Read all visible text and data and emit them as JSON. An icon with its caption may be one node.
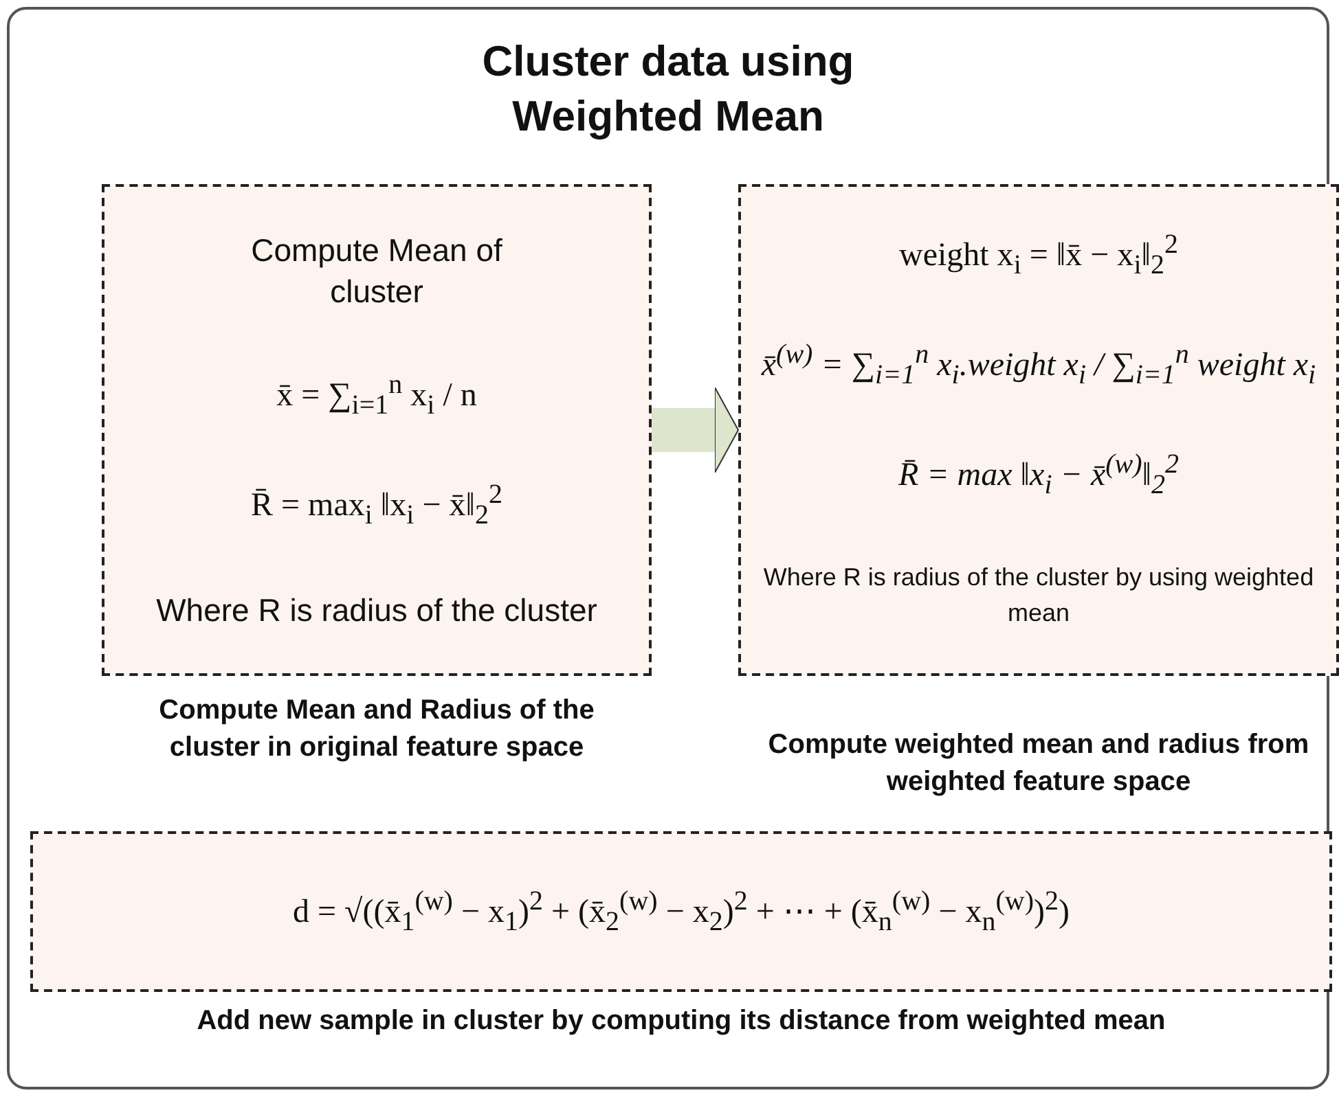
{
  "diagram": {
    "nodes": [
      {
        "text": [
          "Cluster data using Weighted Mean"
        ]
      },
      {
        "text": [
          "Compute Mean of cluster",
          "x̄ = ∑$_{i=1}$$^{n}$ x$_{i}$ / n",
          "R̄ = max$_{i}$ ‖x$_{i}$ − x̄‖$_{2}$$^{2}$",
          "Where R is radius of the cluster",
          "Compute Mean and Radius of the cluster in original feature space"
        ],
        "in": 0
      },
      {
        "text": [
          "weight x$_{i}$ = ‖x̄ − x$_{i}$‖$_{2}$$^{2}$",
          "x̄$^{(w)}$ = ∑$_{i=1}$$^{n}$ x$_{i}$.weight x$_{i}$ / ∑$_{i=1}$$^{n}$ weight x$_{i}$",
          "R̄ = max ‖x$_{i}$ − x̄$^{(w)}$‖$_{2}$$^{2}$",
          "Where R is radius of the cluster by using weighted mean",
          "Compute weighted mean and radius from weighted feature space"
        ],
        "in": 0
      },
      {
        "text": [
          "d = √((x̄$_{1}$$^{(w)}$ − x$_{1}$)$^{2}$ + (x̄$_{2}$$^{(w)}$ − x$_{2}$)$^{2}$ + ⋯ + (x̄$_{n}$$^{(w)}$ − x$_{n}$$^{(w)}$)$^{2}$)",
          "Add new sample in cluster by computing its distance from weighted mean"
        ],
        "in": 0
      }
    ],
    "edges": [
      {
        "from": 1,
        "to": 2,
        "arrow": "to"
      }
    ]
  }
}
